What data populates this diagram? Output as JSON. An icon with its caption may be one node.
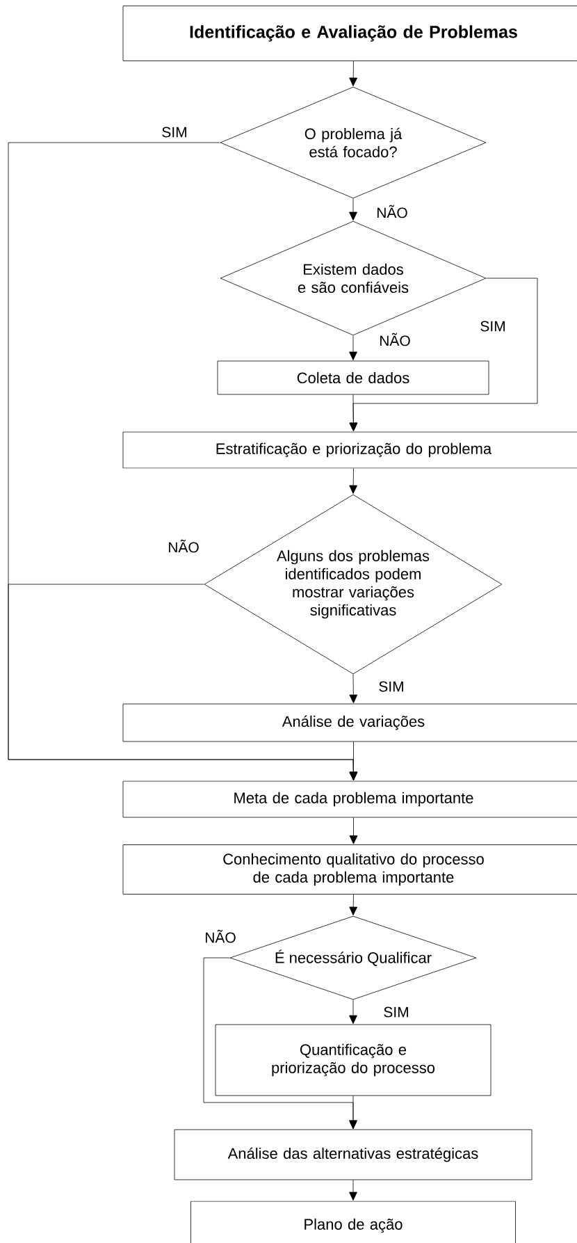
{
  "diagram": {
    "nodes": [
      {
        "text": [
          "Identificação e Avaliação de Problemas"
        ]
      },
      {
        "text": [
          "O problema já está focado?"
        ]
      },
      {
        "text": [
          "Existem dados e são confiáveis"
        ]
      },
      {
        "text": [
          "Coleta de dados"
        ]
      },
      {
        "text": [
          "Estratificação e priorização do problema"
        ]
      },
      {
        "text": [
          "Alguns dos problemas identificados podem mostrar variações significativas"
        ]
      },
      {
        "text": [
          "Análise de variações"
        ]
      },
      {
        "text": [
          "Meta de cada problema importante"
        ]
      },
      {
        "text": [
          "Conhecimento qualitativo do processo de cada problema importante"
        ]
      },
      {
        "text": [
          "É necessário Qualificar"
        ]
      },
      {
        "text": [
          "Quantificação e priorização do processo"
        ]
      },
      {
        "text": [
          "Análise das alternativas estratégicas"
        ]
      },
      {
        "text": [
          "Plano de ação"
        ]
      }
    ],
    "edges": [
      {
        "from": 0,
        "to": 1,
        "arrow": "to"
      },
      {
        "from": 1,
        "to": 2,
        "arrow": "to",
        "label": "NÃO"
      },
      {
        "from": 1,
        "to": 7,
        "arrow": "to",
        "label": "SIM"
      },
      {
        "from": 2,
        "to": 3,
        "arrow": "to",
        "label": "NÃO"
      },
      {
        "from": 2,
        "to": 4,
        "arrow": "to",
        "label": "SIM"
      },
      {
        "from": 3,
        "to": 4,
        "arrow": "to"
      },
      {
        "from": 4,
        "to": 5,
        "arrow": "to"
      },
      {
        "from": 5,
        "to": 7,
        "arrow": "to",
        "label": "NÃO"
      },
      {
        "from": 5,
        "to": 6,
        "arrow": "to",
        "label": "SIM"
      },
      {
        "from": 6,
        "to": 7,
        "arrow": "to"
      },
      {
        "from": 7,
        "to": 8,
        "arrow": "to"
      },
      {
        "from": 8,
        "to": 9,
        "arrow": "to"
      },
      {
        "from": 9,
        "to": 10,
        "arrow": "to",
        "label": "SIM"
      },
      {
        "from": 9,
        "to": 11,
        "arrow": "to",
        "label": "NÃO"
      },
      {
        "from": 10,
        "to": 11,
        "arrow": "to"
      },
      {
        "from": 11,
        "to": 12,
        "arrow": "to"
      }
    ]
  }
}
